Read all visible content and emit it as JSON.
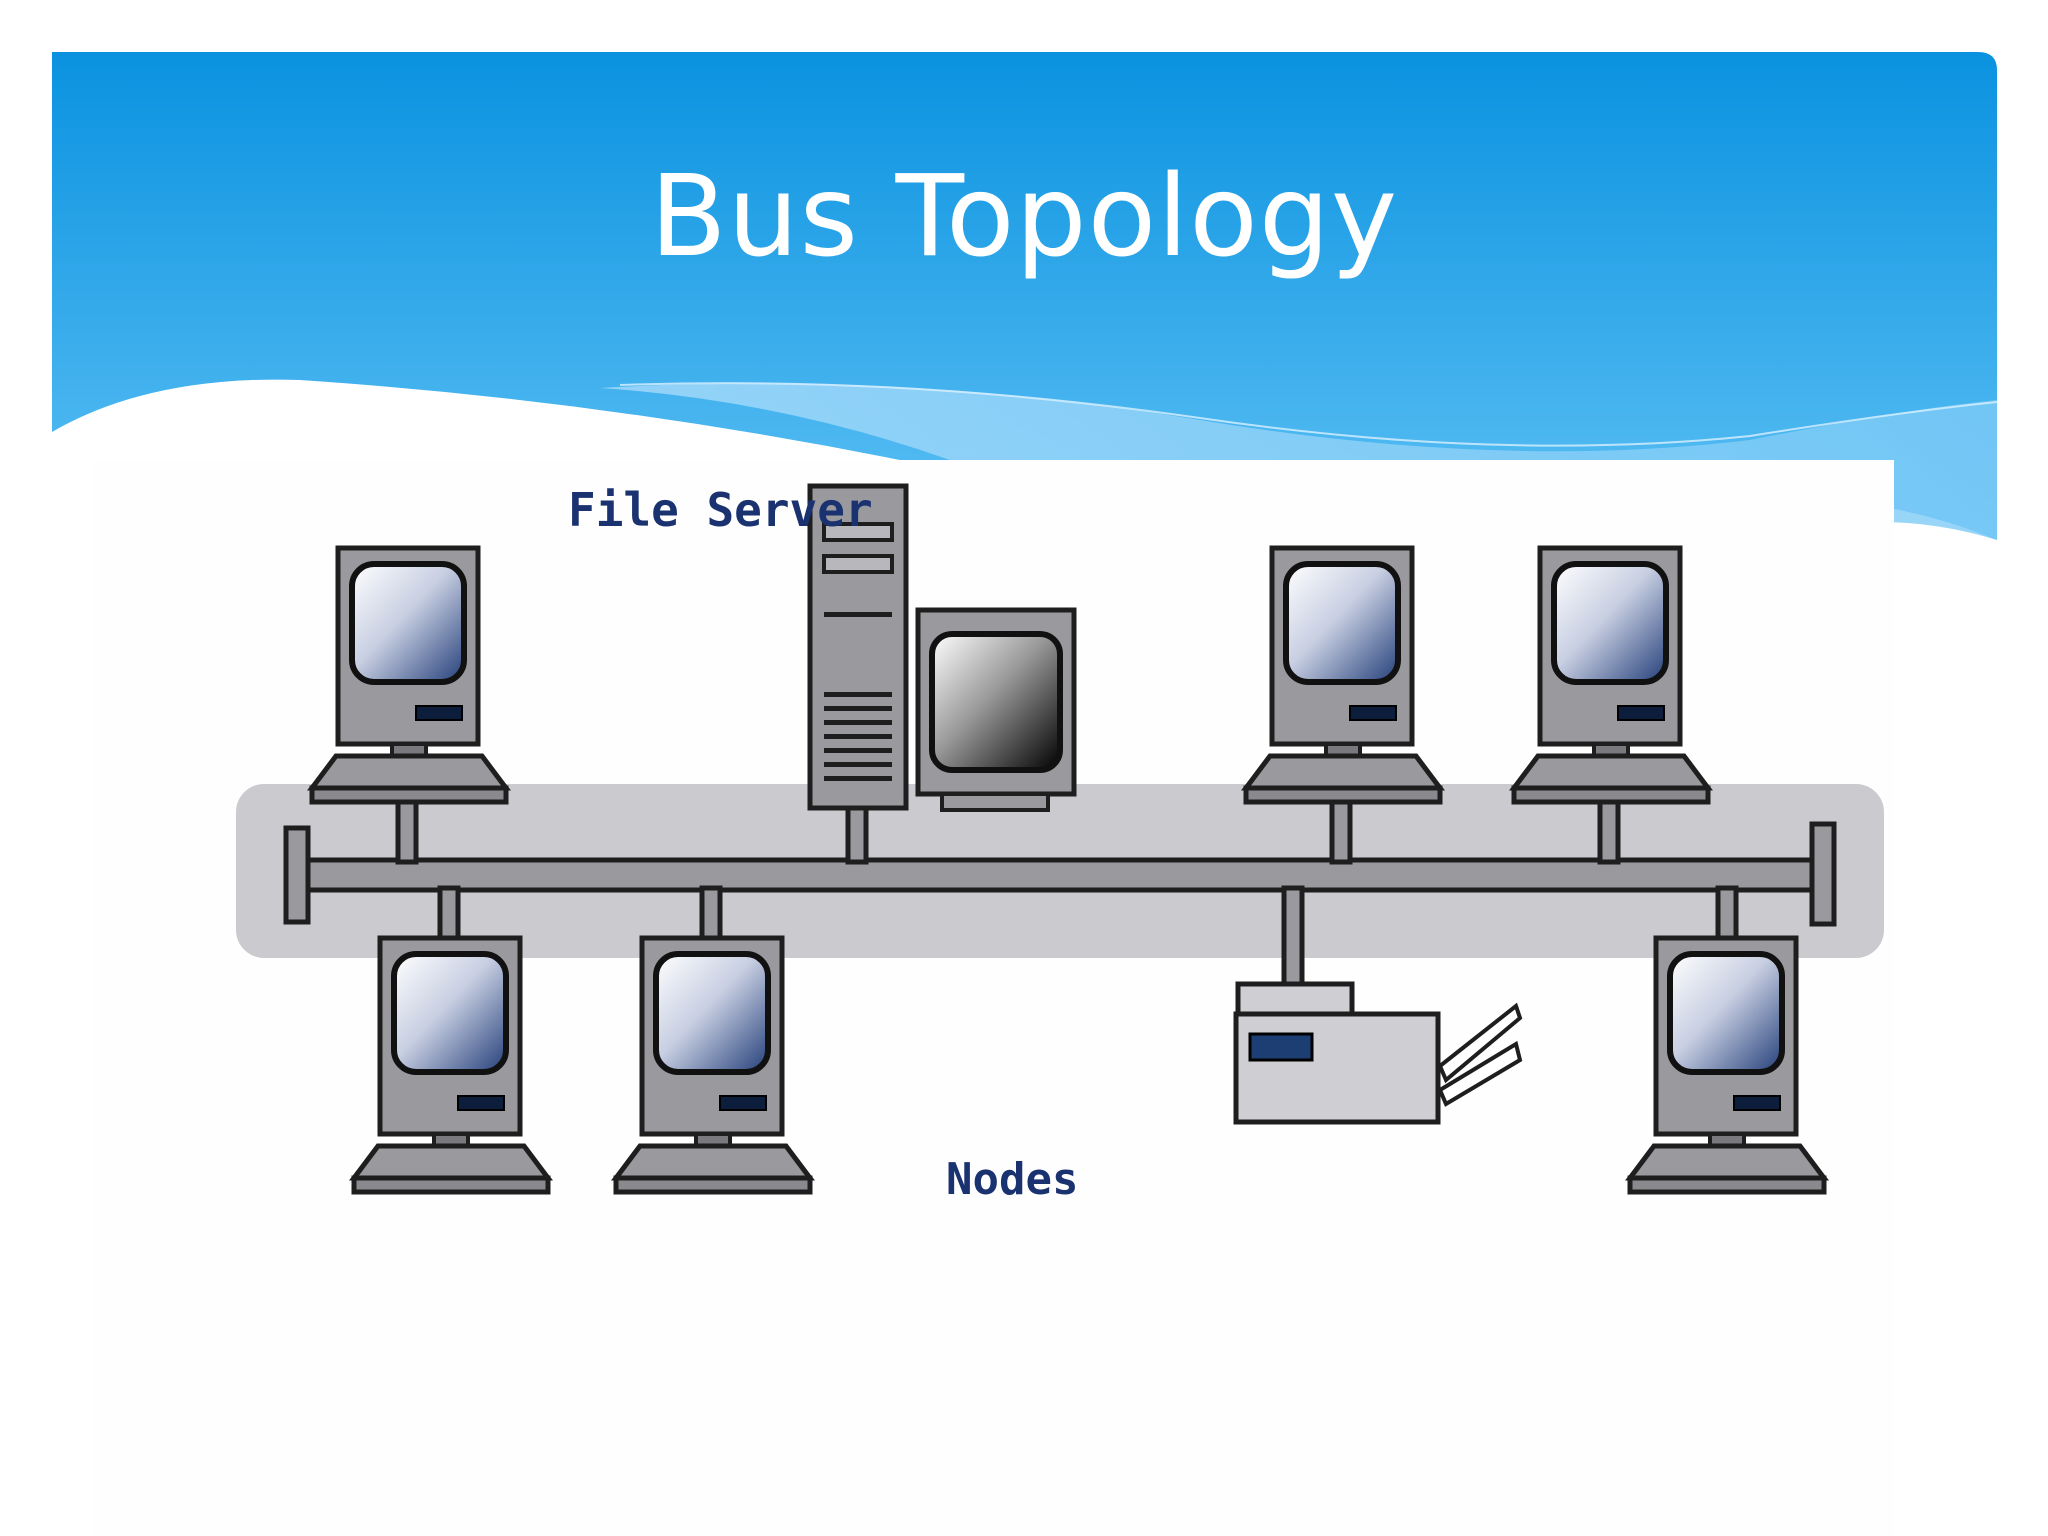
{
  "slide": {
    "title": "Bus Topology"
  },
  "diagram": {
    "file_server_label": "File Server",
    "nodes_label": "Nodes"
  },
  "colors": {
    "header_top": "#0a92e0",
    "header_bottom": "#4db4f0",
    "device_gray": "#9a9a9e",
    "bus_band": "#cbcbcf",
    "screen_dark": "#2a4a82",
    "label": "#1a3270"
  }
}
